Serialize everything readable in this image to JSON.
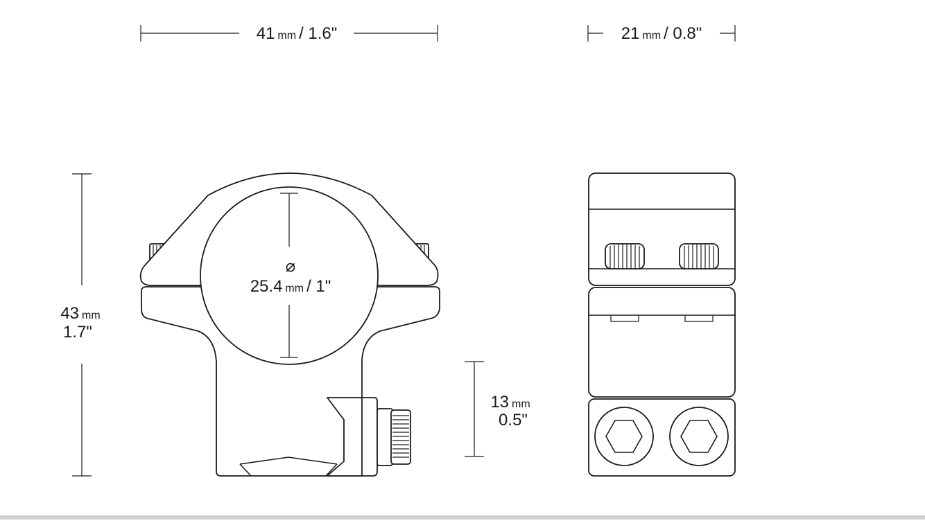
{
  "dimensions": {
    "width": {
      "value": "41",
      "unit": "mm",
      "imperial": "/ 1.6\""
    },
    "depth": {
      "value": "21",
      "unit": "mm",
      "imperial": "/ 0.8\""
    },
    "height": {
      "value": "43",
      "unit": "mm",
      "imperial": "1.7\""
    },
    "base": {
      "value": "13",
      "unit": "mm",
      "imperial": "0.5\""
    },
    "diameter": {
      "symbol": "⌀",
      "value": "25.4",
      "unit": "mm",
      "imperial": "/ 1\""
    }
  }
}
